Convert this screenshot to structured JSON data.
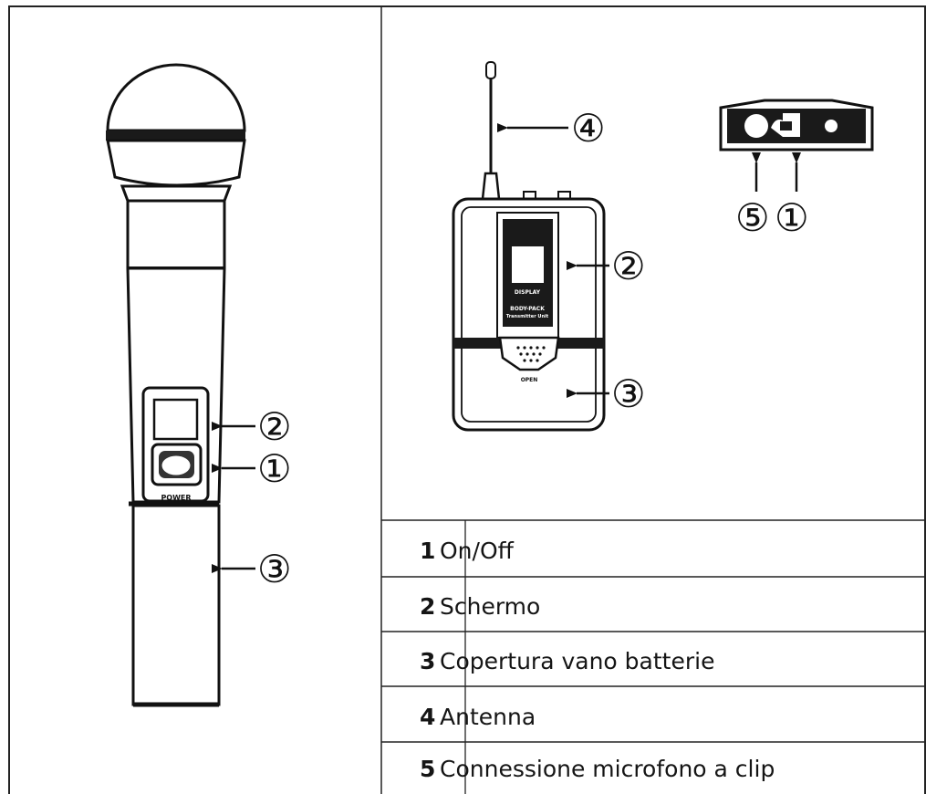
{
  "handheld_mic": {
    "button_text": "POWER",
    "callouts": [
      "②",
      "①",
      "③"
    ]
  },
  "bodypack": {
    "display_text": "DISPLAY",
    "model_text_1": "BODY-PACK",
    "model_text_2": "Transmitter Unit",
    "battery_text": "OPEN",
    "callouts": [
      "④",
      "②",
      "③"
    ]
  },
  "top_view": {
    "callouts": [
      "⑤",
      "①"
    ]
  },
  "legend": [
    {
      "num": "1",
      "label": "On/Off"
    },
    {
      "num": "2",
      "label": "Schermo"
    },
    {
      "num": "3",
      "label": "Copertura vano batterie"
    },
    {
      "num": "4",
      "label": "Antenna"
    },
    {
      "num": "5",
      "label": "Connessione microfono a clip"
    }
  ]
}
